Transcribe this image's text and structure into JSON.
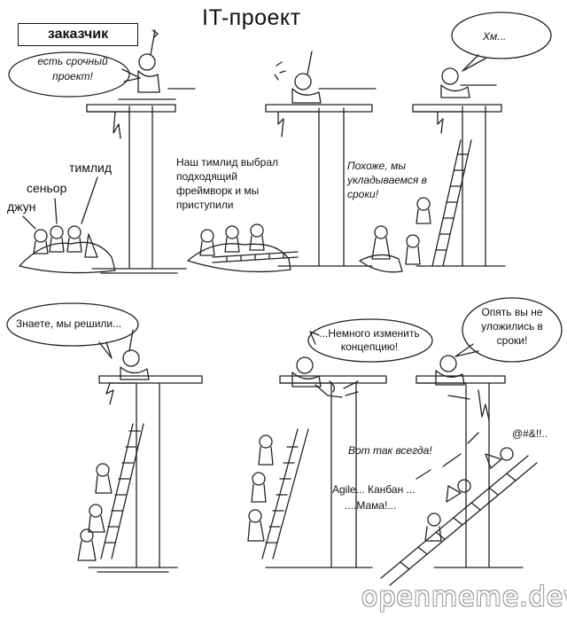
{
  "title": "IT-проект",
  "customer_label": "заказчик",
  "panels": [
    {
      "speech": [
        "есть срочный",
        "проект!"
      ],
      "labels": {
        "junior": "джун",
        "senior": "сеньор",
        "teamlead": "тимлид"
      }
    },
    {
      "caption": [
        "Наш тимлид выбрал",
        "подходящий",
        "фреймворк и мы",
        "приступили"
      ]
    },
    {
      "speech": [
        "Хм..."
      ],
      "caption": [
        "Похоже, мы",
        "укладываемся в",
        "сроки!"
      ]
    },
    {
      "speech": [
        "Знаете, мы решили..."
      ]
    },
    {
      "speech": [
        "...Немного изменить",
        "концепцию!"
      ]
    },
    {
      "speech": [
        "Опять вы не",
        "уложились в",
        "сроки!"
      ],
      "shouts": [
        "Вот так всегда!",
        "@#&!!..",
        "Agile... Канбан ...",
        "....Мама!..."
      ]
    }
  ],
  "watermark": "openmeme.dev"
}
